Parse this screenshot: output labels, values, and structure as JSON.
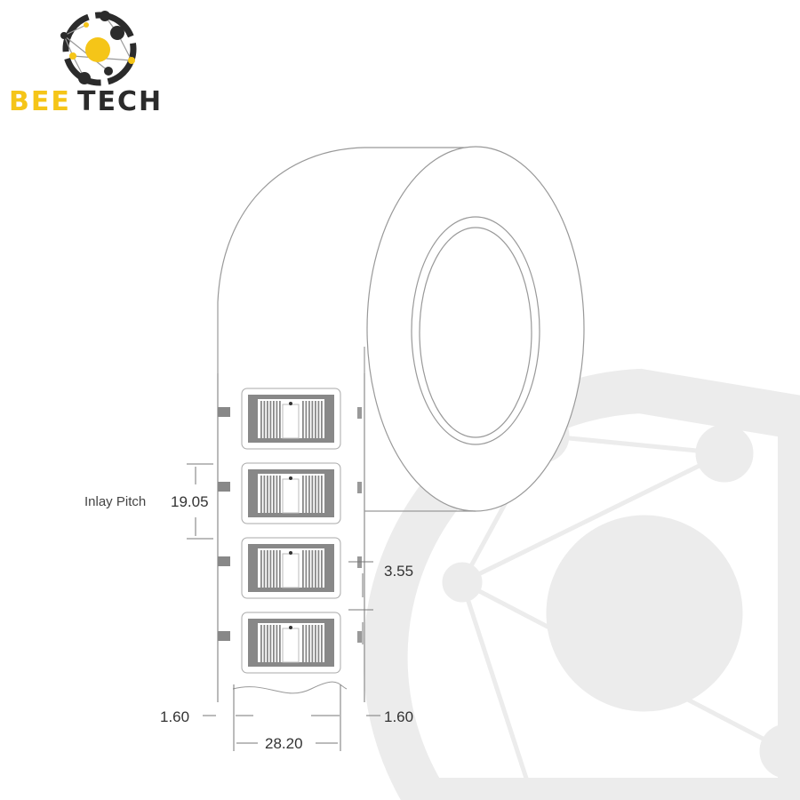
{
  "brand": {
    "name_part1": "BEE",
    "name_part2": "TECH",
    "accent": "#f5c518",
    "dark": "#2b2b2b"
  },
  "diagram": {
    "inlay_pitch_label": "Inlay Pitch",
    "inlay_pitch_value": "19.05",
    "gap_value": "3.55",
    "left_margin_value": "1.60",
    "right_margin_value": "1.60",
    "width_value": "28.20",
    "inlay_count_visible": 4
  }
}
